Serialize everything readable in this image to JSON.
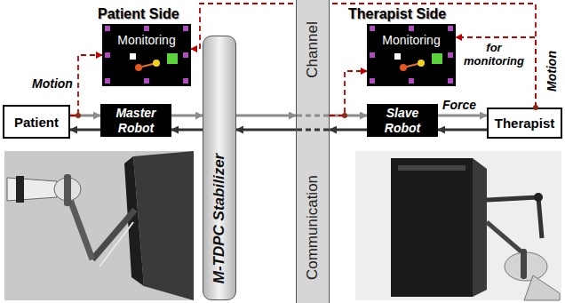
{
  "diagram": {
    "nodes": [
      {
        "text": [
          "Patient"
        ]
      },
      {
        "text": [
          "Monitoring"
        ]
      },
      {
        "text": [
          "Master Robot"
        ]
      },
      {
        "text": [
          "M-TDPC Stabilizer"
        ]
      },
      {
        "text": [
          "Communication",
          "Channel"
        ]
      },
      {
        "text": [
          "Monitoring"
        ]
      },
      {
        "text": [
          "Slave Robot"
        ]
      },
      {
        "text": [
          "Therapist"
        ]
      }
    ],
    "edges": [
      {
        "from": 0,
        "to": 2,
        "arrow": "to"
      },
      {
        "from": 2,
        "to": 3,
        "arrow": "to"
      },
      {
        "from": 3,
        "to": 4,
        "arrow": "to"
      },
      {
        "from": 4,
        "to": 6,
        "arrow": "to"
      },
      {
        "from": 6,
        "to": 7,
        "arrow": "to"
      },
      {
        "from": 7,
        "to": 6,
        "label": "Force",
        "arrow": "to"
      },
      {
        "from": 6,
        "to": 4,
        "arrow": "to"
      },
      {
        "from": 4,
        "to": 3,
        "arrow": "to"
      },
      {
        "from": 3,
        "to": 2,
        "arrow": "to"
      },
      {
        "from": 2,
        "to": 0,
        "arrow": "to"
      },
      {
        "from": 0,
        "to": 1,
        "label": "Motion",
        "arrow": "to"
      },
      {
        "from": 4,
        "to": 5,
        "arrow": "to"
      },
      {
        "from": 7,
        "to": 5,
        "label": "for monitoring",
        "arrow": "to"
      },
      {
        "from": 7,
        "to": 1,
        "label": "Motion",
        "arrow": "to"
      }
    ],
    "labels": [
      "Patient Side",
      "Therapist Side"
    ]
  }
}
